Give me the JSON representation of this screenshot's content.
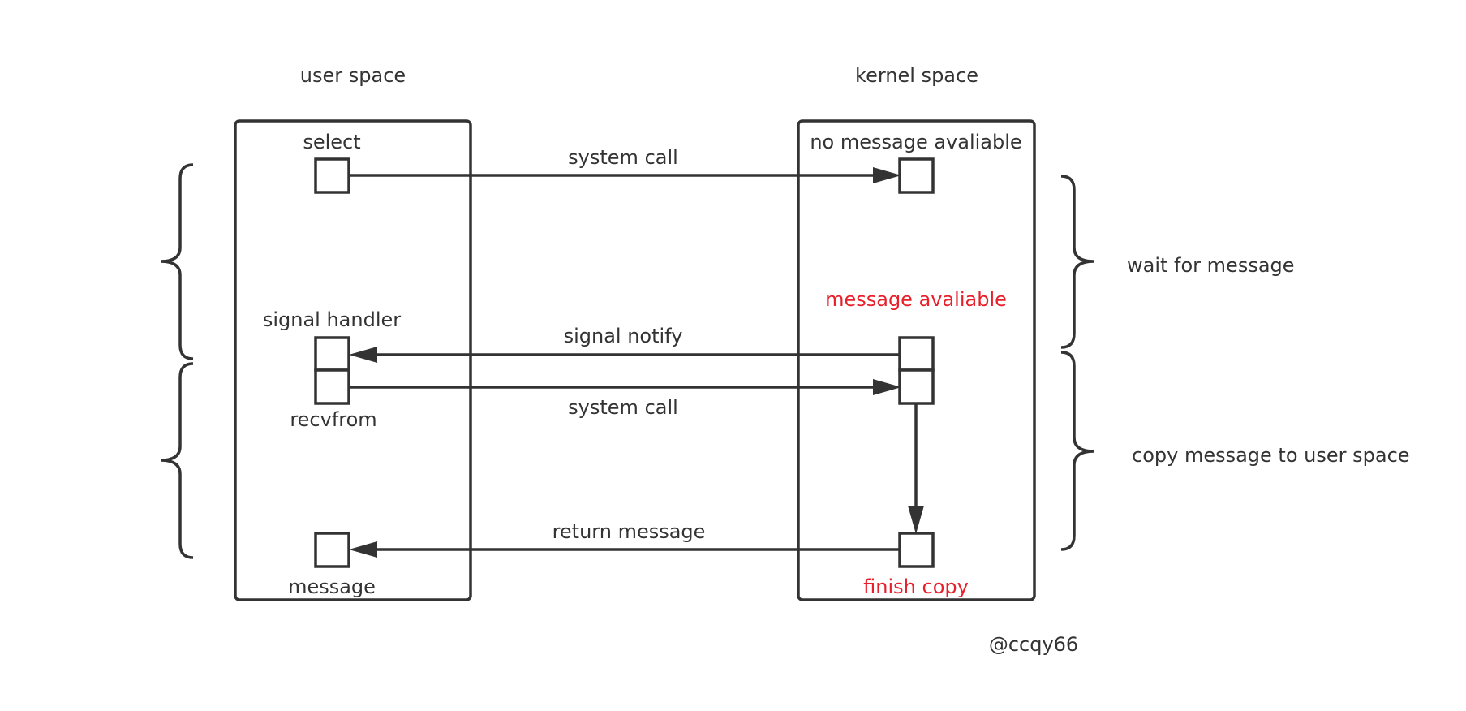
{
  "user_space": {
    "title": "user space",
    "select": "select",
    "signal_handler": "signal handler",
    "recvfrom": "recvfrom",
    "message": "message"
  },
  "kernel_space": {
    "title": "kernel space",
    "no_message": "no message avaliable",
    "message_available": "message avaliable",
    "finish_copy": "finish copy"
  },
  "arrows": {
    "system_call_1": "system call",
    "signal_notify": "signal notify",
    "system_call_2": "system call",
    "return_message": "return message"
  },
  "phases": {
    "wait": "wait for message",
    "copy": "copy message to user space"
  },
  "credit": "@ccqy66",
  "colors": {
    "ink": "#333333",
    "highlight": "#e8202b"
  }
}
